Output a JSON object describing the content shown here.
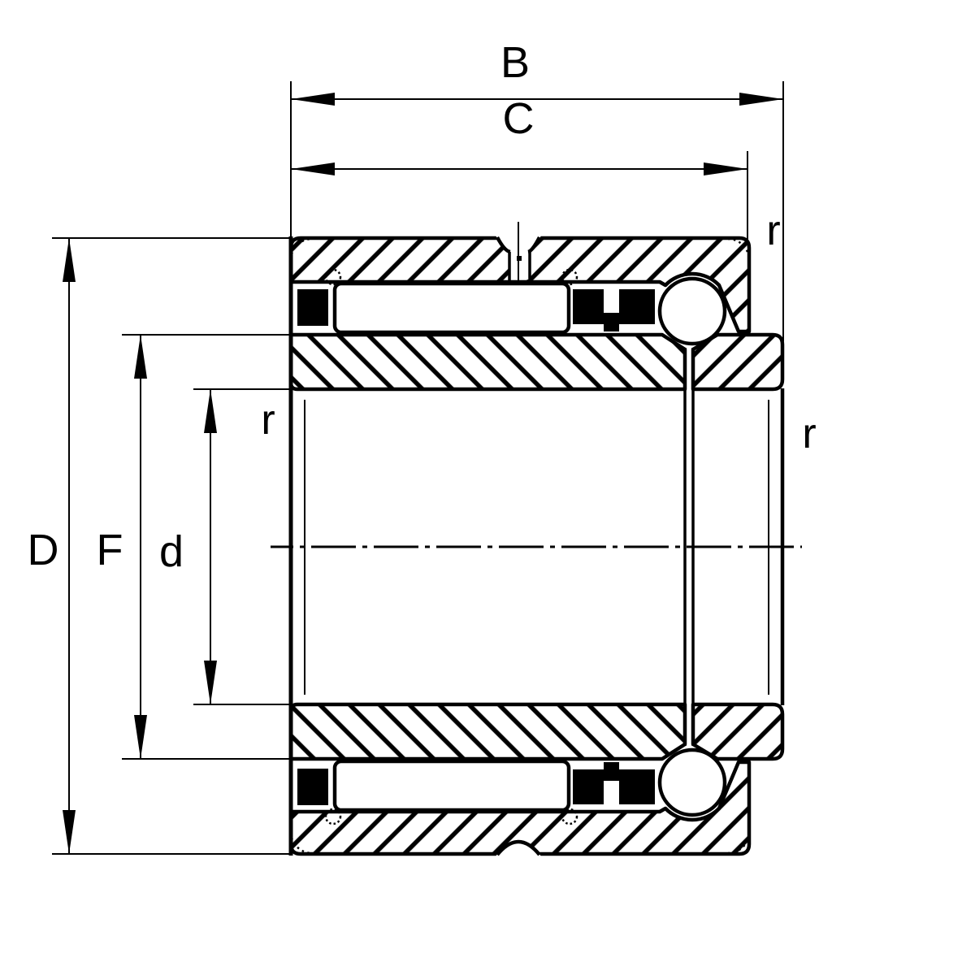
{
  "drawing": {
    "title": "bearing-cross-section",
    "background_color": "#ffffff",
    "ink_color": "#000000"
  },
  "labels": {
    "B": "B",
    "C": "C",
    "D": "D",
    "F": "F",
    "d": "d",
    "r_outer_corner": "r",
    "r_bore_left": "r",
    "r_bore_right": "r"
  }
}
